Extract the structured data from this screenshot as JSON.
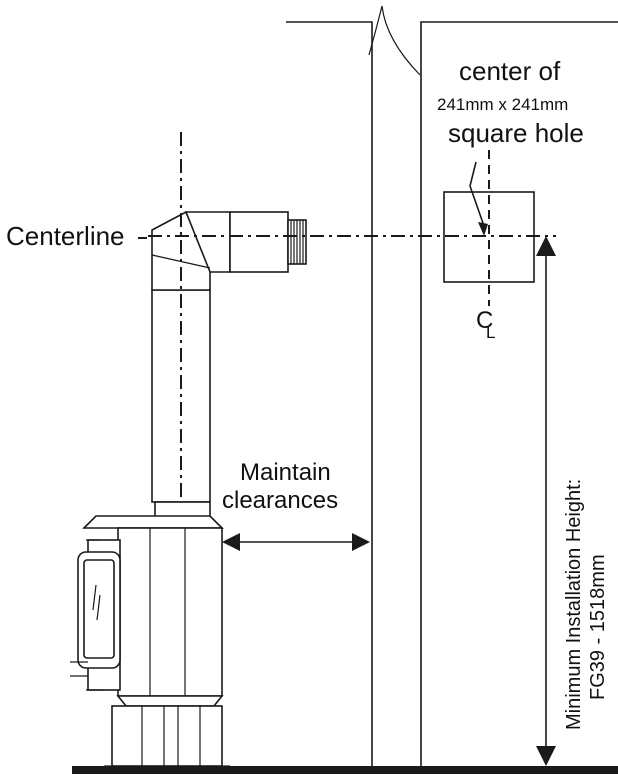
{
  "labels": {
    "centerline": "Centerline",
    "hole_line1": "center of",
    "hole_line2": "241mm x 241mm",
    "hole_line3": "square hole",
    "clearance_line1": "Maintain",
    "clearance_line2": "clearances",
    "height_line1": "Minimum  Installation  Height:",
    "height_line2": "FG39 - 1518mm",
    "cl_symbol": "C",
    "cl_symbol_sub": "L"
  },
  "colors": {
    "line": "#1a1a1a",
    "background": "#ffffff"
  }
}
